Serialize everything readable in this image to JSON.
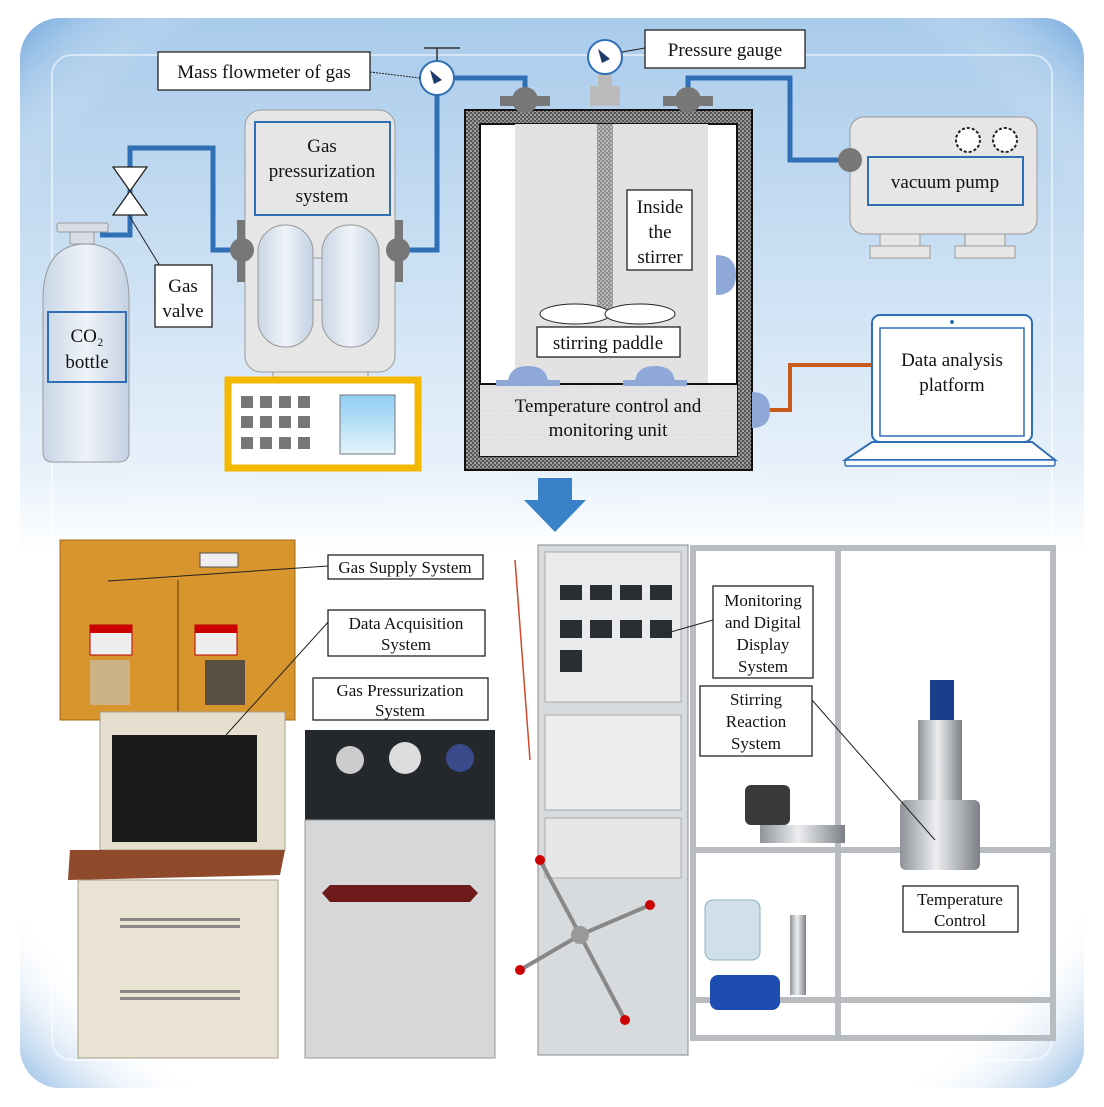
{
  "schematic": {
    "mass_flowmeter_label": "Mass flowmeter of gas",
    "pressure_gauge_label": "Pressure gauge",
    "co2_bottle_label": [
      "CO₂",
      "bottle"
    ],
    "gas_valve_label": [
      "Gas",
      "valve"
    ],
    "gas_pressurization_label": [
      "Gas",
      "pressurization",
      "system"
    ],
    "inside_stirrer_label": [
      "Inside",
      "the",
      "stirrer"
    ],
    "stirring_paddle_label": "stirring paddle",
    "temperature_unit_label": [
      "Temperature control and",
      "monitoring unit"
    ],
    "vacuum_pump_label": "vacuum pump",
    "data_platform_label": [
      "Data analysis",
      "platform"
    ]
  },
  "photo": {
    "gas_supply_label": "Gas Supply System",
    "data_acquisition_label": [
      "Data Acquisition",
      "System"
    ],
    "gas_pressurization_label": [
      "Gas Pressurization",
      "System"
    ],
    "monitoring_label": [
      "Monitoring",
      "and Digital",
      "Display",
      "System"
    ],
    "stirring_reaction_label": [
      "Stirring",
      "Reaction",
      "System"
    ],
    "temperature_control_label": [
      "Temperature",
      "Control"
    ]
  },
  "colors": {
    "pipe": "#2f6fb5",
    "signal_line": "#c85a1a",
    "control_box_border": "#f5b800",
    "background_top": "#a9cbeb"
  }
}
